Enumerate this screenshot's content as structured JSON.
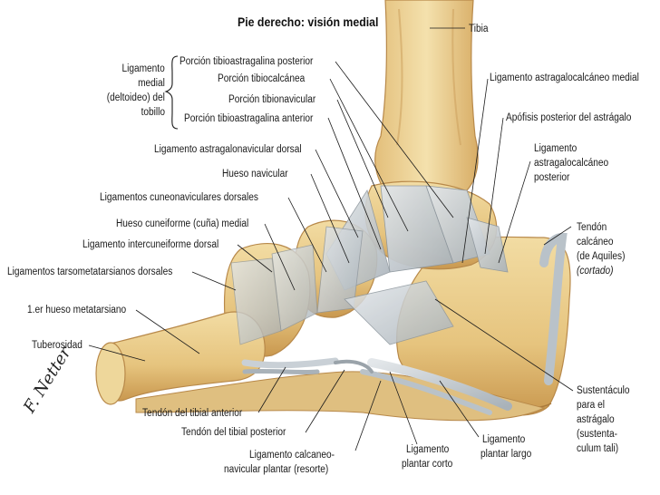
{
  "title": "Pie derecho: visión medial",
  "signature": "F. Netter",
  "brace_label": [
    "Ligamento",
    "medial",
    "(deltoideo) del",
    "tobillo"
  ],
  "labels": {
    "tibia": "Tibia",
    "porcion_tibioastragalina_posterior": "Porción tibioastragalina posterior",
    "porcion_tibiocalcanea": "Porción tibiocalcánea",
    "porcion_tibionavicular": "Porción tibionavicular",
    "porcion_tibioastragalina_anterior": "Porción tibioastragalina anterior",
    "lig_astragalonavicular_dorsal": "Ligamento astragalonavicular dorsal",
    "hueso_navicular": "Hueso navicular",
    "lig_cuneonaviculares_dorsales": "Ligamentos cuneonaviculares dorsales",
    "hueso_cuneiforme_medial": "Hueso cuneiforme (cuña) medial",
    "lig_intercuneiforme_dorsal": "Ligamento intercuneiforme dorsal",
    "lig_tarsometatarsianos_dorsales": "Ligamentos tarsometatarsianos dorsales",
    "primer_metatarsiano": "1.er hueso metatarsiano",
    "tuberosidad": "Tuberosidad",
    "tendon_tibial_anterior": "Tendón del tibial anterior",
    "tendon_tibial_posterior": "Tendón del tibial posterior",
    "lig_calcaneonavicular_plantar": [
      "Ligamento calcaneo-",
      "navicular plantar (resorte)"
    ],
    "lig_plantar_corto": [
      "Ligamento",
      "plantar corto"
    ],
    "lig_plantar_largo": [
      "Ligamento",
      "plantar largo"
    ],
    "lig_astragalocalcaneo_medial": "Ligamento astragalocalcáneo medial",
    "apofisis_posterior_astragalo": "Apófisis posterior del astrágalo",
    "lig_astragalocalcaneo_posterior": [
      "Ligamento",
      "astragalocalcáneo",
      "posterior"
    ],
    "tendon_calcaneo": [
      "Tendón",
      "calcáneo",
      "(de Aquiles)",
      "(cortado)"
    ],
    "sustentaculo": [
      "Sustentáculo",
      "para el",
      "astrágalo",
      "(sustenta-",
      "culum tali)"
    ]
  },
  "colors": {
    "bone": "#e9cc8a",
    "bone_shadow": "#c99a4e",
    "ligament": "#c9d0d6",
    "ligament_edge": "#8e979e",
    "leader_line": "#1a1a1a"
  }
}
